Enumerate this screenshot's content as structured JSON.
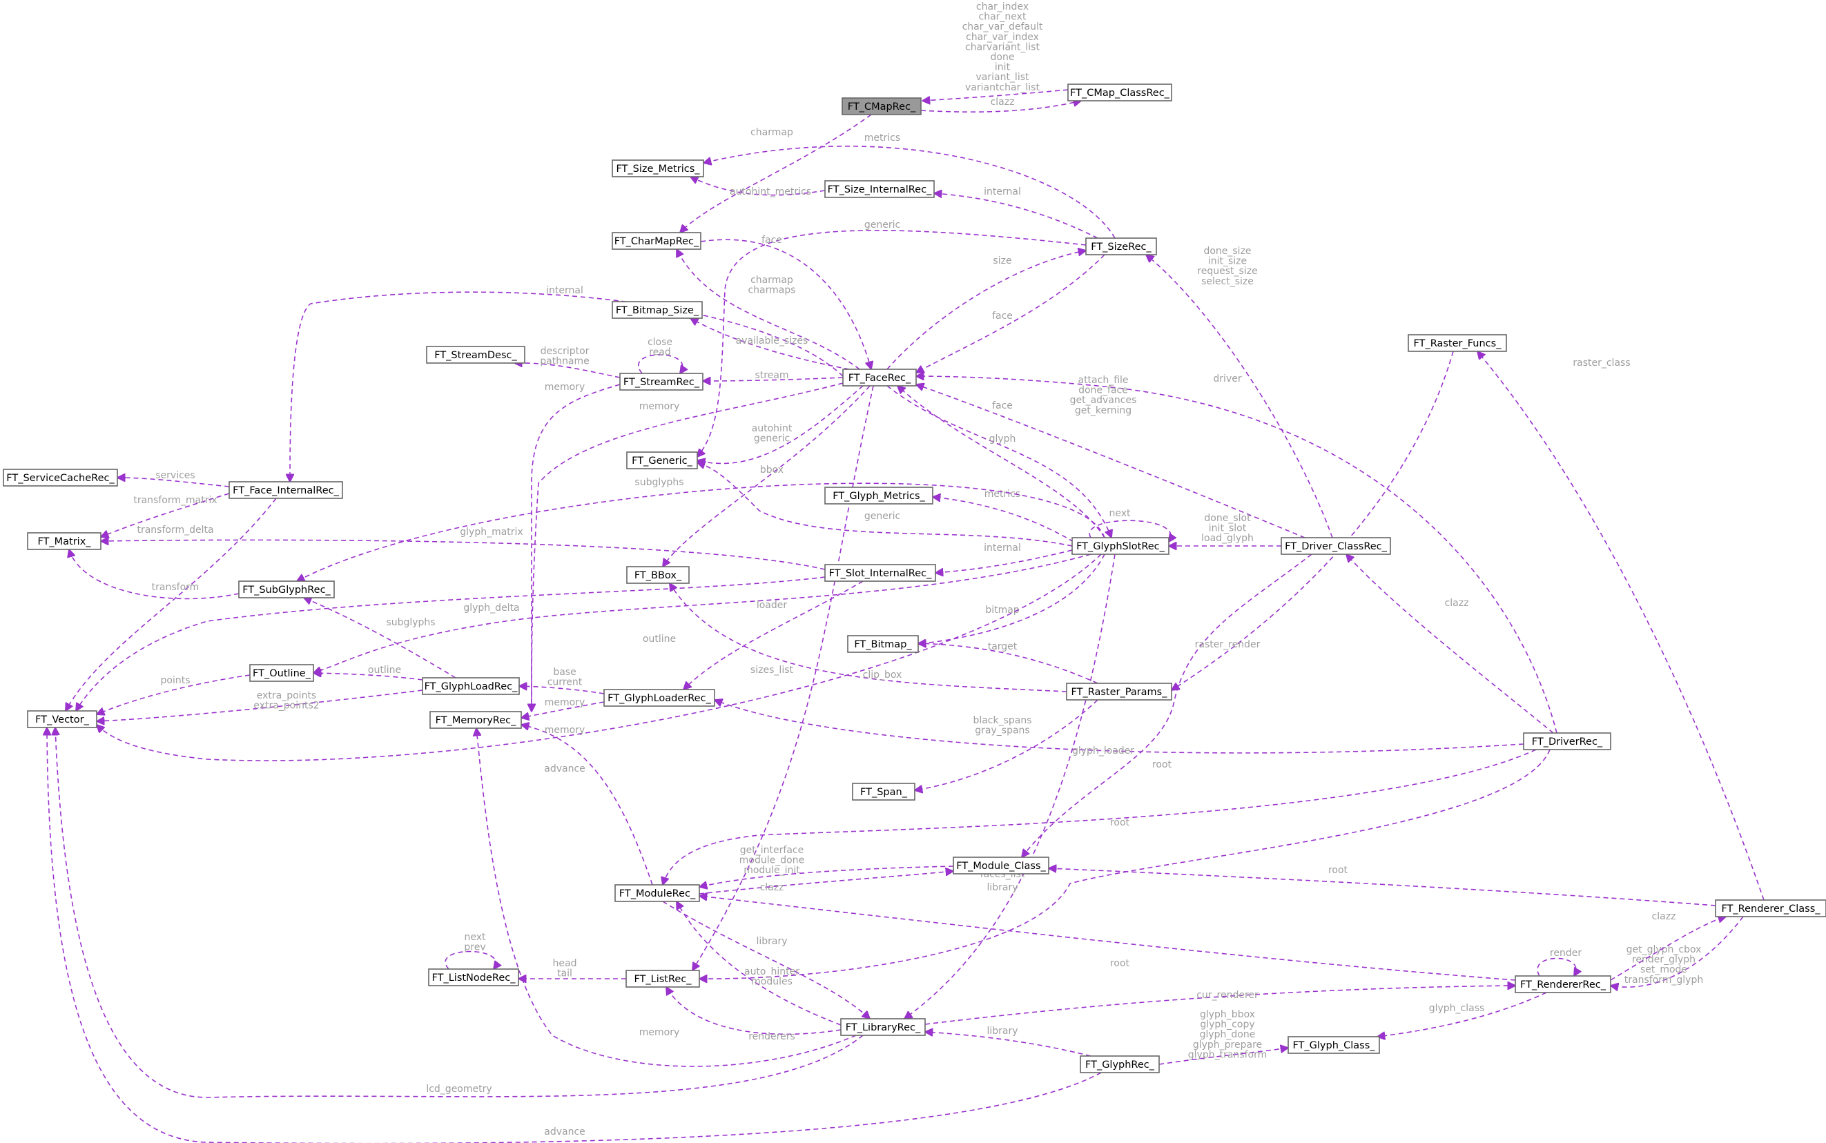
{
  "nodes": [
    {
      "id": "cmaprec",
      "label": "FT_CMapRec_",
      "highlight": true
    },
    {
      "id": "cmapclass",
      "label": "FT_CMap_ClassRec_"
    },
    {
      "id": "sizemetrics",
      "label": "FT_Size_Metrics_"
    },
    {
      "id": "sizeinternal",
      "label": "FT_Size_InternalRec_"
    },
    {
      "id": "charmaprec",
      "label": "FT_CharMapRec_"
    },
    {
      "id": "sizerec",
      "label": "FT_SizeRec_"
    },
    {
      "id": "bitmapsize",
      "label": "FT_Bitmap_Size_"
    },
    {
      "id": "streamdesc",
      "label": "FT_StreamDesc_"
    },
    {
      "id": "streamrec",
      "label": "FT_StreamRec_"
    },
    {
      "id": "facerec",
      "label": "FT_FaceRec_"
    },
    {
      "id": "rasterfuncs",
      "label": "FT_Raster_Funcs_"
    },
    {
      "id": "servicecache",
      "label": "FT_ServiceCacheRec_"
    },
    {
      "id": "faceinternal",
      "label": "FT_Face_InternalRec_"
    },
    {
      "id": "generic",
      "label": "FT_Generic_"
    },
    {
      "id": "matrix",
      "label": "FT_Matrix_"
    },
    {
      "id": "glyphmetrics",
      "label": "FT_Glyph_Metrics_"
    },
    {
      "id": "glyphslot",
      "label": "FT_GlyphSlotRec_"
    },
    {
      "id": "driverclass",
      "label": "FT_Driver_ClassRec_"
    },
    {
      "id": "bbox",
      "label": "FT_BBox_"
    },
    {
      "id": "slotinternal",
      "label": "FT_Slot_InternalRec_"
    },
    {
      "id": "subglyph",
      "label": "FT_SubGlyphRec_"
    },
    {
      "id": "bitmap",
      "label": "FT_Bitmap_"
    },
    {
      "id": "outline",
      "label": "FT_Outline_"
    },
    {
      "id": "glyphload",
      "label": "FT_GlyphLoadRec_"
    },
    {
      "id": "glyphloader",
      "label": "FT_GlyphLoaderRec_"
    },
    {
      "id": "rasterparams",
      "label": "FT_Raster_Params_"
    },
    {
      "id": "vector",
      "label": "FT_Vector_"
    },
    {
      "id": "memory",
      "label": "FT_MemoryRec_"
    },
    {
      "id": "driverrec",
      "label": "FT_DriverRec_"
    },
    {
      "id": "span",
      "label": "FT_Span_"
    },
    {
      "id": "moduleclass",
      "label": "FT_Module_Class_"
    },
    {
      "id": "modulerec",
      "label": "FT_ModuleRec_"
    },
    {
      "id": "rendererclass",
      "label": "FT_Renderer_Class_"
    },
    {
      "id": "listnode",
      "label": "FT_ListNodeRec_"
    },
    {
      "id": "listrec",
      "label": "FT_ListRec_"
    },
    {
      "id": "rendererrec",
      "label": "FT_RendererRec_"
    },
    {
      "id": "libraryrec",
      "label": "FT_LibraryRec_"
    },
    {
      "id": "glyphclass",
      "label": "FT_Glyph_Class_"
    },
    {
      "id": "glyphrec",
      "label": "FT_GlyphRec_"
    }
  ],
  "edges": [
    {
      "from": "cmapclass",
      "to": "cmaprec",
      "label": [
        "char_index",
        "char_next",
        "char_var_default",
        "char_var_index",
        "charvariant_list",
        "done",
        "init",
        "variant_list",
        "variantchar_list"
      ]
    },
    {
      "from": "cmaprec",
      "to": "cmapclass",
      "label": [
        "clazz"
      ]
    },
    {
      "from": "cmaprec",
      "to": "charmaprec",
      "label": [
        "charmap"
      ]
    },
    {
      "from": "sizerec",
      "to": "sizemetrics",
      "label": [
        "metrics"
      ]
    },
    {
      "from": "sizeinternal",
      "to": "sizemetrics",
      "label": [
        "autohint_metrics"
      ]
    },
    {
      "from": "sizerec",
      "to": "sizeinternal",
      "label": [
        "internal"
      ]
    },
    {
      "from": "sizerec",
      "to": "generic",
      "label": [
        "generic"
      ]
    },
    {
      "from": "charmaprec",
      "to": "facerec",
      "label": [
        "face"
      ]
    },
    {
      "from": "facerec",
      "to": "sizerec",
      "label": [
        "size"
      ]
    },
    {
      "from": "sizerec",
      "to": "facerec",
      "label": [
        "face"
      ]
    },
    {
      "from": "driverclass",
      "to": "sizerec",
      "label": [
        "done_size",
        "init_size",
        "request_size",
        "select_size"
      ]
    },
    {
      "from": "facerec",
      "to": "faceinternal",
      "label": [
        "internal"
      ]
    },
    {
      "from": "facerec",
      "to": "charmaprec",
      "label": [
        "charmap",
        "charmaps"
      ]
    },
    {
      "from": "facerec",
      "to": "bitmapsize",
      "label": [
        "available_sizes"
      ]
    },
    {
      "from": "streamrec",
      "to": "streamdesc",
      "label": [
        "descriptor",
        "pathname"
      ]
    },
    {
      "from": "streamrec",
      "to": "streamrec",
      "label": [
        "close",
        "read"
      ]
    },
    {
      "from": "facerec",
      "to": "streamrec",
      "label": [
        "stream"
      ]
    },
    {
      "from": "streamrec",
      "to": "memory",
      "label": [
        "memory"
      ]
    },
    {
      "from": "facerec",
      "to": "memory",
      "label": [
        "memory"
      ]
    },
    {
      "from": "facerec",
      "to": "generic",
      "label": [
        "autohint",
        "generic"
      ]
    },
    {
      "from": "facerec",
      "to": "bbox",
      "label": [
        "bbox"
      ]
    },
    {
      "from": "facerec",
      "to": "listrec",
      "label": [
        "sizes_list"
      ]
    },
    {
      "from": "glyphslot",
      "to": "facerec",
      "label": [
        "face"
      ]
    },
    {
      "from": "facerec",
      "to": "glyphslot",
      "label": [
        "glyph"
      ]
    },
    {
      "from": "driverrec",
      "to": "facerec",
      "label": [
        "driver"
      ]
    },
    {
      "from": "driverclass",
      "to": "facerec",
      "label": [
        "attach_file",
        "done_face",
        "get_advances",
        "get_kerning"
      ]
    },
    {
      "from": "faceinternal",
      "to": "servicecache",
      "label": [
        "services"
      ]
    },
    {
      "from": "faceinternal",
      "to": "matrix",
      "label": [
        "transform_matrix"
      ]
    },
    {
      "from": "faceinternal",
      "to": "vector",
      "label": [
        "transform_delta"
      ]
    },
    {
      "from": "glyphslot",
      "to": "glyphmetrics",
      "label": [
        "metrics"
      ]
    },
    {
      "from": "glyphslot",
      "to": "generic",
      "label": [
        "generic"
      ]
    },
    {
      "from": "glyphslot",
      "to": "glyphslot",
      "label": [
        "next"
      ]
    },
    {
      "from": "glyphslot",
      "to": "subglyph",
      "label": [
        "subglyphs"
      ]
    },
    {
      "from": "glyphslot",
      "to": "slotinternal",
      "label": [
        "internal"
      ]
    },
    {
      "from": "glyphslot",
      "to": "bitmap",
      "label": [
        "bitmap"
      ]
    },
    {
      "from": "glyphslot",
      "to": "outline",
      "label": [
        "outline"
      ]
    },
    {
      "from": "glyphslot",
      "to": "vector",
      "label": [
        "advance"
      ]
    },
    {
      "from": "glyphslot",
      "to": "libraryrec",
      "label": [
        "library"
      ]
    },
    {
      "from": "driverclass",
      "to": "glyphslot",
      "label": [
        "done_slot",
        "init_slot",
        "load_glyph"
      ]
    },
    {
      "from": "driverclass",
      "to": "moduleclass",
      "label": [
        "root"
      ]
    },
    {
      "from": "slotinternal",
      "to": "matrix",
      "label": [
        "glyph_matrix"
      ]
    },
    {
      "from": "slotinternal",
      "to": "vector",
      "label": [
        "glyph_delta"
      ]
    },
    {
      "from": "slotinternal",
      "to": "glyphloader",
      "label": [
        "loader"
      ]
    },
    {
      "from": "subglyph",
      "to": "matrix",
      "label": [
        "transform"
      ]
    },
    {
      "from": "glyphload",
      "to": "subglyph",
      "label": [
        "subglyphs"
      ]
    },
    {
      "from": "glyphload",
      "to": "outline",
      "label": [
        "outline"
      ]
    },
    {
      "from": "glyphload",
      "to": "vector",
      "label": [
        "extra_points",
        "extra_points2"
      ]
    },
    {
      "from": "outline",
      "to": "vector",
      "label": [
        "points"
      ]
    },
    {
      "from": "glyphloader",
      "to": "glyphload",
      "label": [
        "base",
        "current"
      ]
    },
    {
      "from": "glyphloader",
      "to": "memory",
      "label": [
        "memory"
      ]
    },
    {
      "from": "rasterparams",
      "to": "bitmap",
      "label": [
        "target"
      ]
    },
    {
      "from": "rasterparams",
      "to": "bbox",
      "label": [
        "clip_box"
      ]
    },
    {
      "from": "rasterparams",
      "to": "span",
      "label": [
        "black_spans",
        "gray_spans"
      ]
    },
    {
      "from": "rasterfuncs",
      "to": "rasterparams",
      "label": [
        "raster_render"
      ]
    },
    {
      "from": "driverrec",
      "to": "driverclass",
      "label": [
        "clazz"
      ]
    },
    {
      "from": "driverrec",
      "to": "glyphloader",
      "label": [
        "glyph_loader"
      ]
    },
    {
      "from": "driverrec",
      "to": "modulerec",
      "label": [
        "root"
      ]
    },
    {
      "from": "driverrec",
      "to": "listrec",
      "label": [
        "faces_list"
      ]
    },
    {
      "from": "moduleclass",
      "to": "modulerec",
      "label": [
        "get_interface",
        "module_done",
        "module_init"
      ]
    },
    {
      "from": "modulerec",
      "to": "moduleclass",
      "label": [
        "clazz"
      ]
    },
    {
      "from": "modulerec",
      "to": "memory",
      "label": [
        "memory"
      ]
    },
    {
      "from": "modulerec",
      "to": "libraryrec",
      "label": [
        "library"
      ]
    },
    {
      "from": "rendererclass",
      "to": "moduleclass",
      "label": [
        "root"
      ]
    },
    {
      "from": "rendererclass",
      "to": "rasterfuncs",
      "label": [
        "raster_class"
      ]
    },
    {
      "from": "rendererclass",
      "to": "rendererrec",
      "label": [
        "get_glyph_cbox",
        "render_glyph",
        "set_mode",
        "transform_glyph"
      ]
    },
    {
      "from": "rendererrec",
      "to": "rendererclass",
      "label": [
        "clazz"
      ]
    },
    {
      "from": "rendererrec",
      "to": "rendererrec",
      "label": [
        "render"
      ]
    },
    {
      "from": "rendererrec",
      "to": "modulerec",
      "label": [
        "root"
      ]
    },
    {
      "from": "rendererrec",
      "to": "glyphclass",
      "label": [
        "glyph_class"
      ]
    },
    {
      "from": "listnode",
      "to": "listnode",
      "label": [
        "next",
        "prev"
      ]
    },
    {
      "from": "listrec",
      "to": "listnode",
      "label": [
        "head",
        "tail"
      ]
    },
    {
      "from": "libraryrec",
      "to": "modulerec",
      "label": [
        "auto_hinter",
        "modules"
      ]
    },
    {
      "from": "libraryrec",
      "to": "listrec",
      "label": [
        "renderers"
      ]
    },
    {
      "from": "libraryrec",
      "to": "memory",
      "label": [
        "memory"
      ]
    },
    {
      "from": "libraryrec",
      "to": "vector",
      "label": [
        "lcd_geometry"
      ]
    },
    {
      "from": "libraryrec",
      "to": "rendererrec",
      "label": [
        "cur_renderer"
      ]
    },
    {
      "from": "glyphrec",
      "to": "libraryrec",
      "label": [
        "library"
      ]
    },
    {
      "from": "glyphrec",
      "to": "glyphclass",
      "label": [
        "glyph_bbox",
        "glyph_copy",
        "glyph_done",
        "glyph_prepare",
        "glyph_transform"
      ]
    },
    {
      "from": "glyphrec",
      "to": "vector",
      "label": [
        "advance"
      ]
    }
  ]
}
